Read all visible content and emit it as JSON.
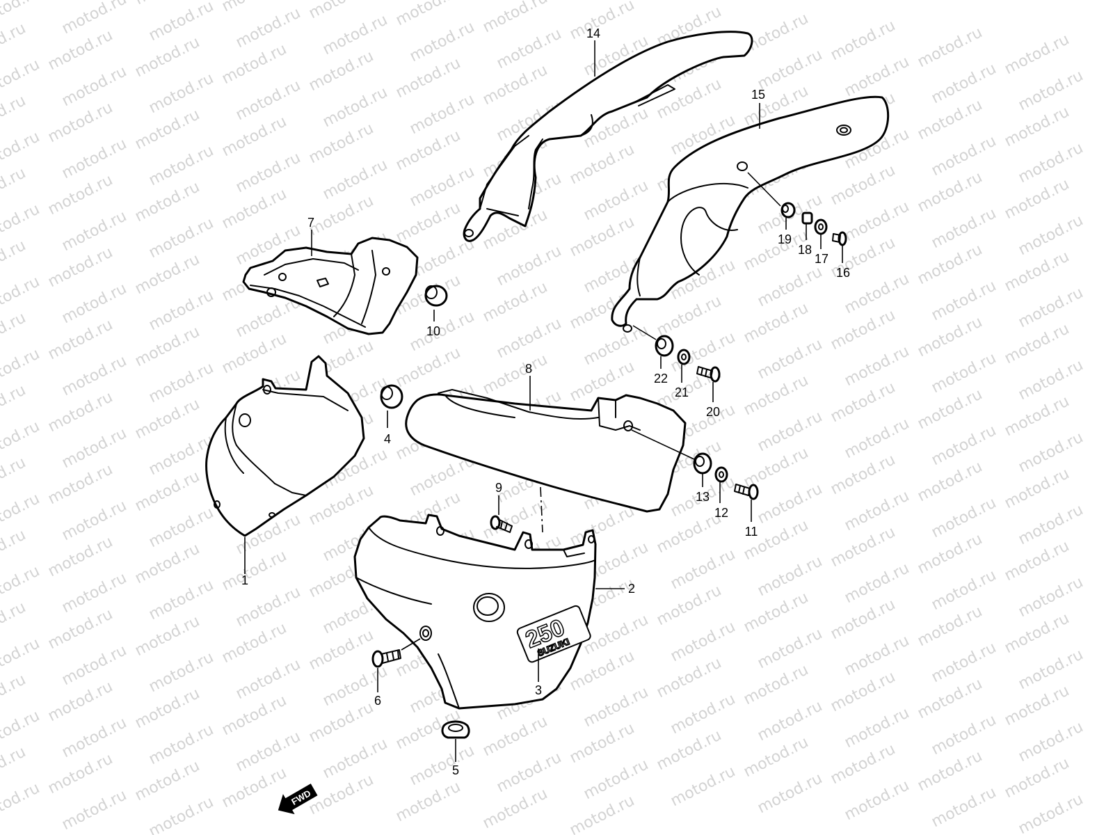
{
  "watermark": "motod.ru",
  "direction_label": "FWD",
  "emblem": {
    "model": "250",
    "brand": "SUZUKI"
  },
  "callouts": [
    "1",
    "2",
    "3",
    "4",
    "5",
    "6",
    "7",
    "8",
    "9",
    "10",
    "11",
    "12",
    "13",
    "14",
    "15",
    "16",
    "17",
    "18",
    "19",
    "20",
    "21",
    "22"
  ]
}
